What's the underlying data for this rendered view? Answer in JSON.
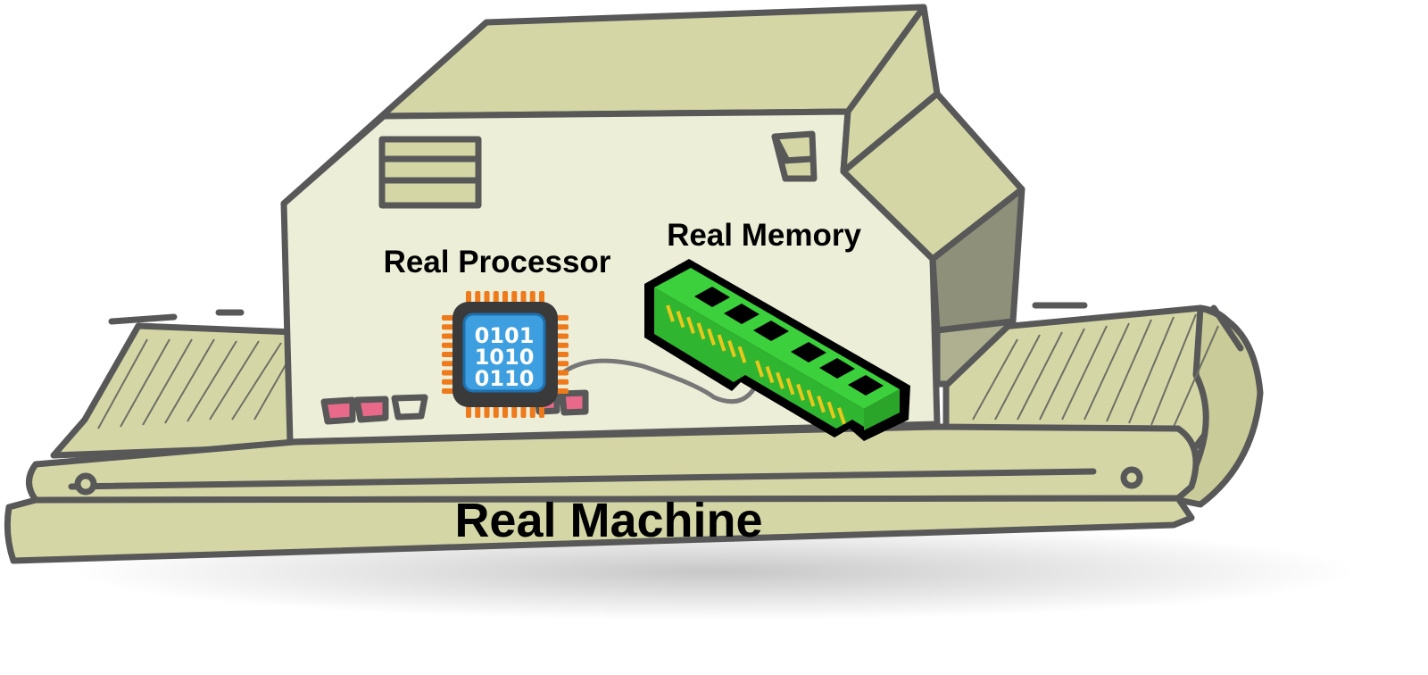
{
  "labels": {
    "processor": "Real Processor",
    "memory": "Real Memory",
    "machine": "Real Machine"
  },
  "chip": {
    "binary_lines": [
      "0101",
      "1010",
      "0110"
    ]
  },
  "colors": {
    "body_light": "#eceed8",
    "body_mid": "#d4d7a5",
    "body_dark": "#8e907a",
    "outline": "#585858",
    "chip_frame": "#3a3a3a",
    "chip_pins": "#ee7a1b",
    "chip_face": "#3d9fe0",
    "chip_text": "#ffffff",
    "ram_green": "#3cd03c",
    "ram_dark": "#000000",
    "ram_contacts": "#e8c81a",
    "button_pink": "#e8698a",
    "wire": "#777777"
  },
  "icons": {
    "processor": "cpu-chip-icon",
    "memory": "ram-stick-icon",
    "vent": "vent-grille-icon",
    "switch": "power-switch-icon"
  }
}
